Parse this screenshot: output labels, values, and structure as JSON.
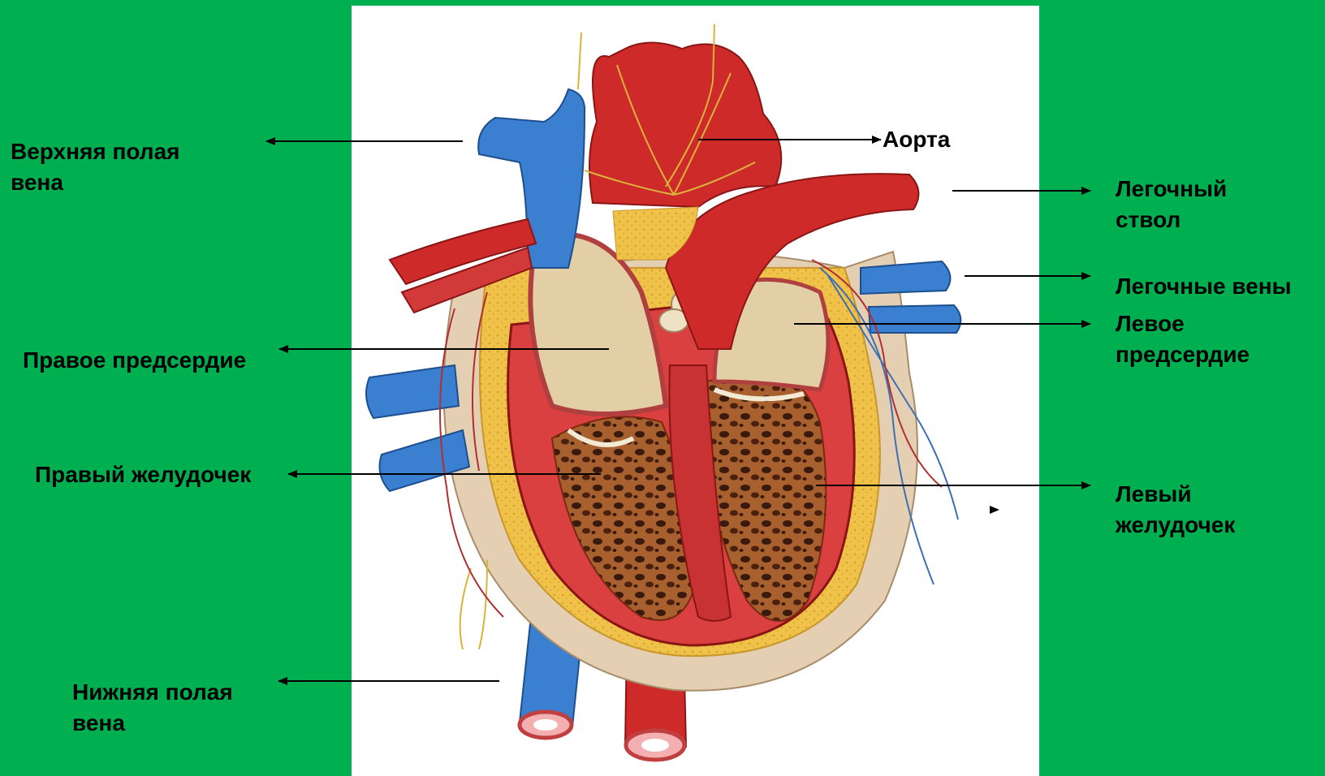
{
  "colors": {
    "background": "#00b050",
    "panel": "#ffffff",
    "vein_blue": "#3b7fd0",
    "artery_red": "#cf2a2a",
    "muscle_red": "#d9403f",
    "fat_yellow": "#f0c24a",
    "atrium_beige": "#e3cfa6",
    "pericardium": "#e5cfb2",
    "trabeculae_brown": "#a8602e",
    "nerve": "#d9b43a"
  },
  "labels": {
    "superior_vena_cava": "Верхняя полая\nвена",
    "aorta": "Аорта",
    "pulmonary_trunk": "Легочный\nствол",
    "pulmonary_veins": "Легочные вены",
    "left_atrium": "Левое\nпредсердие",
    "right_atrium": "Правое предсердие",
    "right_ventricle": "Правый желудочек",
    "left_ventricle": "Левый\nжелудочек",
    "inferior_vena_cava": "Нижняя полая\nвена"
  }
}
